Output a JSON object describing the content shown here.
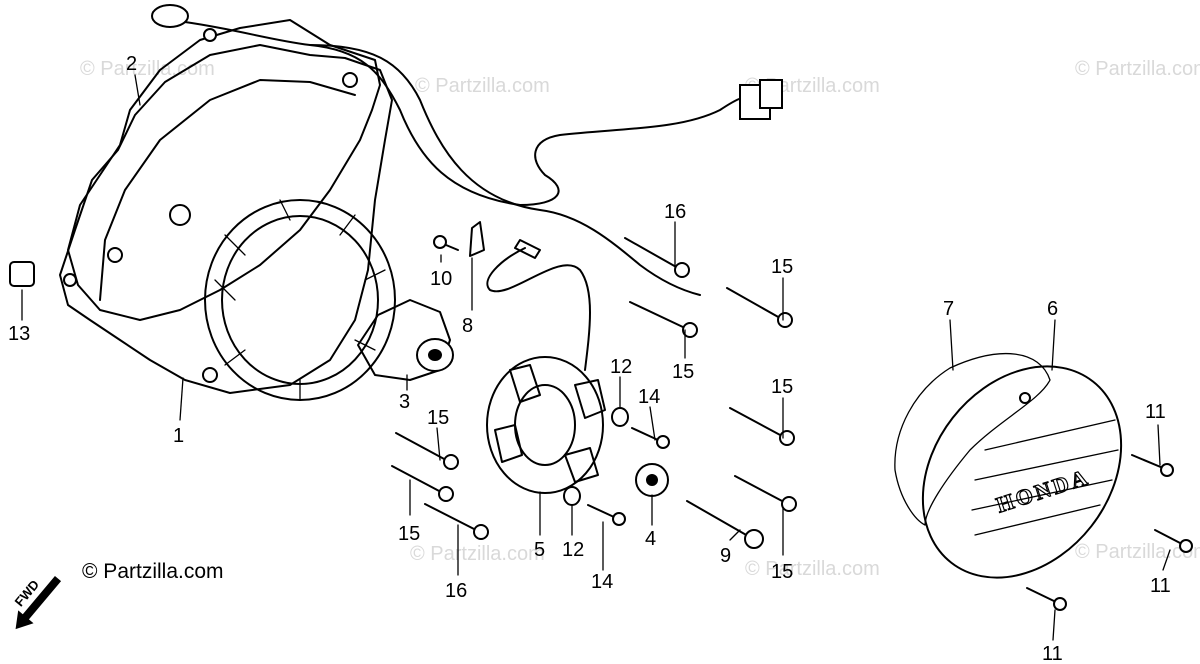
{
  "watermark": "© Partzilla.com",
  "copyright": "© Partzilla.com",
  "fwd_label": "FWD",
  "brand_text": "HONDA",
  "callouts": {
    "c1": "1",
    "c2": "2",
    "c3": "3",
    "c4": "4",
    "c5": "5",
    "c6": "6",
    "c7": "7",
    "c8": "8",
    "c9": "9",
    "c10": "10",
    "c11a": "11",
    "c11b": "11",
    "c11c": "11",
    "c12a": "12",
    "c12b": "12",
    "c13": "13",
    "c14a": "14",
    "c14b": "14",
    "c15a": "15",
    "c15b": "15",
    "c15c": "15",
    "c15d": "15",
    "c15e": "15",
    "c15f": "15",
    "c16a": "16",
    "c16b": "16"
  }
}
